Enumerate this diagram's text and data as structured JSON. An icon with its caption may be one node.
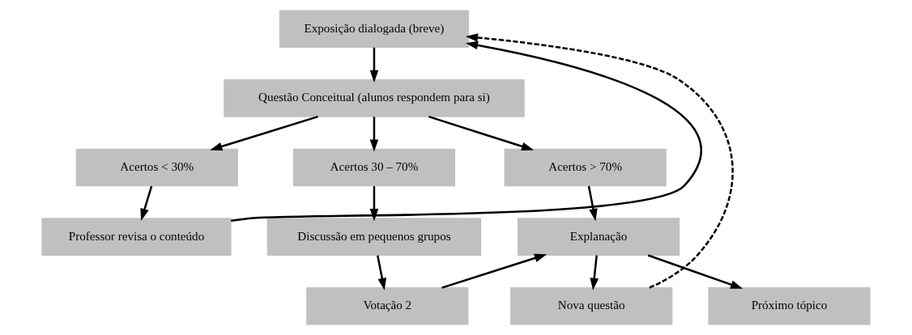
{
  "diagram": {
    "nodes": [
      {
        "text": [
          "Exposição dialogada (breve)"
        ]
      },
      {
        "text": [
          "Questão Conceitual (alunos respondem para si)"
        ]
      },
      {
        "text": [
          "Acertos < 30%"
        ]
      },
      {
        "text": [
          "Acertos 30 – 70%"
        ]
      },
      {
        "text": [
          "Acertos > 70%"
        ]
      },
      {
        "text": [
          "Professor revisa o conteúdo"
        ]
      },
      {
        "text": [
          "Discussão em pequenos grupos"
        ]
      },
      {
        "text": [
          "Explanação"
        ]
      },
      {
        "text": [
          "Nova questão"
        ]
      },
      {
        "text": [
          "Próximo tópico"
        ]
      },
      {
        "text": [
          "Votação 2"
        ]
      }
    ],
    "edges": [
      {
        "from": 0,
        "to": 1,
        "arrow": "to"
      },
      {
        "from": 1,
        "to": 2,
        "arrow": "to"
      },
      {
        "from": 1,
        "to": 3,
        "arrow": "to"
      },
      {
        "from": 1,
        "to": 4,
        "arrow": "to"
      },
      {
        "from": 2,
        "to": 5,
        "arrow": "to"
      },
      {
        "from": 3,
        "to": 6,
        "arrow": "to"
      },
      {
        "from": 4,
        "to": 7,
        "arrow": "to"
      },
      {
        "from": 5,
        "to": 0,
        "arrow": "to"
      },
      {
        "from": 6,
        "to": 10,
        "arrow": "to"
      },
      {
        "from": 10,
        "to": 7,
        "arrow": "to"
      },
      {
        "from": 7,
        "to": 8,
        "arrow": "to"
      },
      {
        "from": 7,
        "to": 9,
        "arrow": "to"
      },
      {
        "from": 8,
        "to": 0,
        "arrow": "to",
        "style": "dashed"
      }
    ]
  }
}
